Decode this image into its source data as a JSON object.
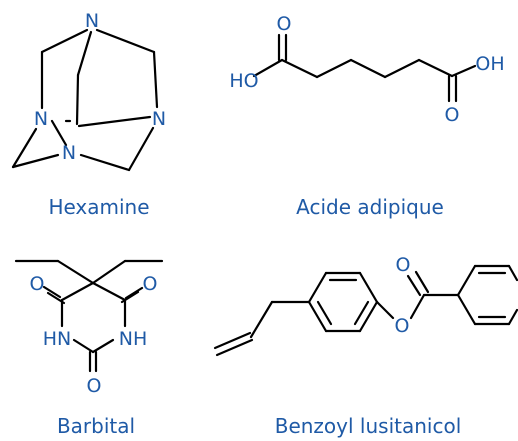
{
  "accent_color": "#1f5aa6",
  "bond_color": "#000000",
  "molecules": {
    "hexamine": {
      "caption": "Hexamine",
      "atoms": {
        "n_top": "N",
        "n_left": "N",
        "n_right": "N",
        "n_bottom": "N"
      }
    },
    "adipic_acid": {
      "caption": "Acide adipique",
      "atoms": {
        "ho": "HO",
        "o_top": "O",
        "o_bottom": "O",
        "oh": "OH"
      }
    },
    "barbital": {
      "caption": "Barbital",
      "atoms": {
        "o_left": "O",
        "o_right": "O",
        "nh_left": "HN",
        "nh_right": "NH",
        "o_bottom": "O"
      }
    },
    "benzoyl_lusitanicol": {
      "caption": "Benzoyl lusitanicol",
      "atoms": {
        "o_carbonyl": "O",
        "o_ester": "O"
      }
    }
  }
}
